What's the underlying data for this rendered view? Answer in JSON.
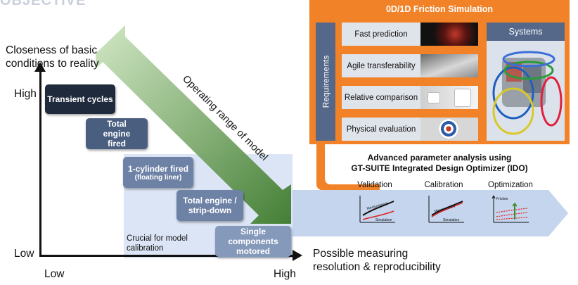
{
  "page": {
    "title": "OBJECTIVE"
  },
  "chart": {
    "ylabel": "Closeness of basic conditions to reality",
    "y_high": "High",
    "y_low": "Low",
    "x_low": "Low",
    "x_high": "High",
    "xlabel": "Possible measuring resolution & reproducibility",
    "operating_range": "Operating range of model",
    "crucial": "Crucial for model calibration"
  },
  "boxes": [
    {
      "line1": "Transient cycles",
      "line2": ""
    },
    {
      "line1": "Total engine fired",
      "line2": ""
    },
    {
      "line1": "1-cylinder fired",
      "line2": "(floating liner)"
    },
    {
      "line1": "Total engine / strip-down",
      "line2": ""
    },
    {
      "line1": "Single components motored",
      "line2": ""
    }
  ],
  "simulation": {
    "title": "0D/1D Friction Simulation",
    "requirements_label": "Requirements",
    "requirements": [
      "Fast prediction",
      "Agile transferability",
      "Relative comparison",
      "Physical evaluation"
    ],
    "systems_label": "Systems"
  },
  "analysis": {
    "title_line1": "Advanced parameter analysis using",
    "title_line2": "GT-SUITE Integrated Design Optimizer (IDO)",
    "methods": [
      "Validation",
      "Calibration",
      "Optimization"
    ],
    "mini_measurement": "Measurement",
    "mini_simulation": "Simulation",
    "mini_friction": "Friction"
  },
  "colors": {
    "orange": "#f28227",
    "slate": "#55688a",
    "dark_box": "#1f2a3c",
    "mid_box": "#4a5e80",
    "light_box": "#6e82a6",
    "green": "#4f8f3a"
  }
}
